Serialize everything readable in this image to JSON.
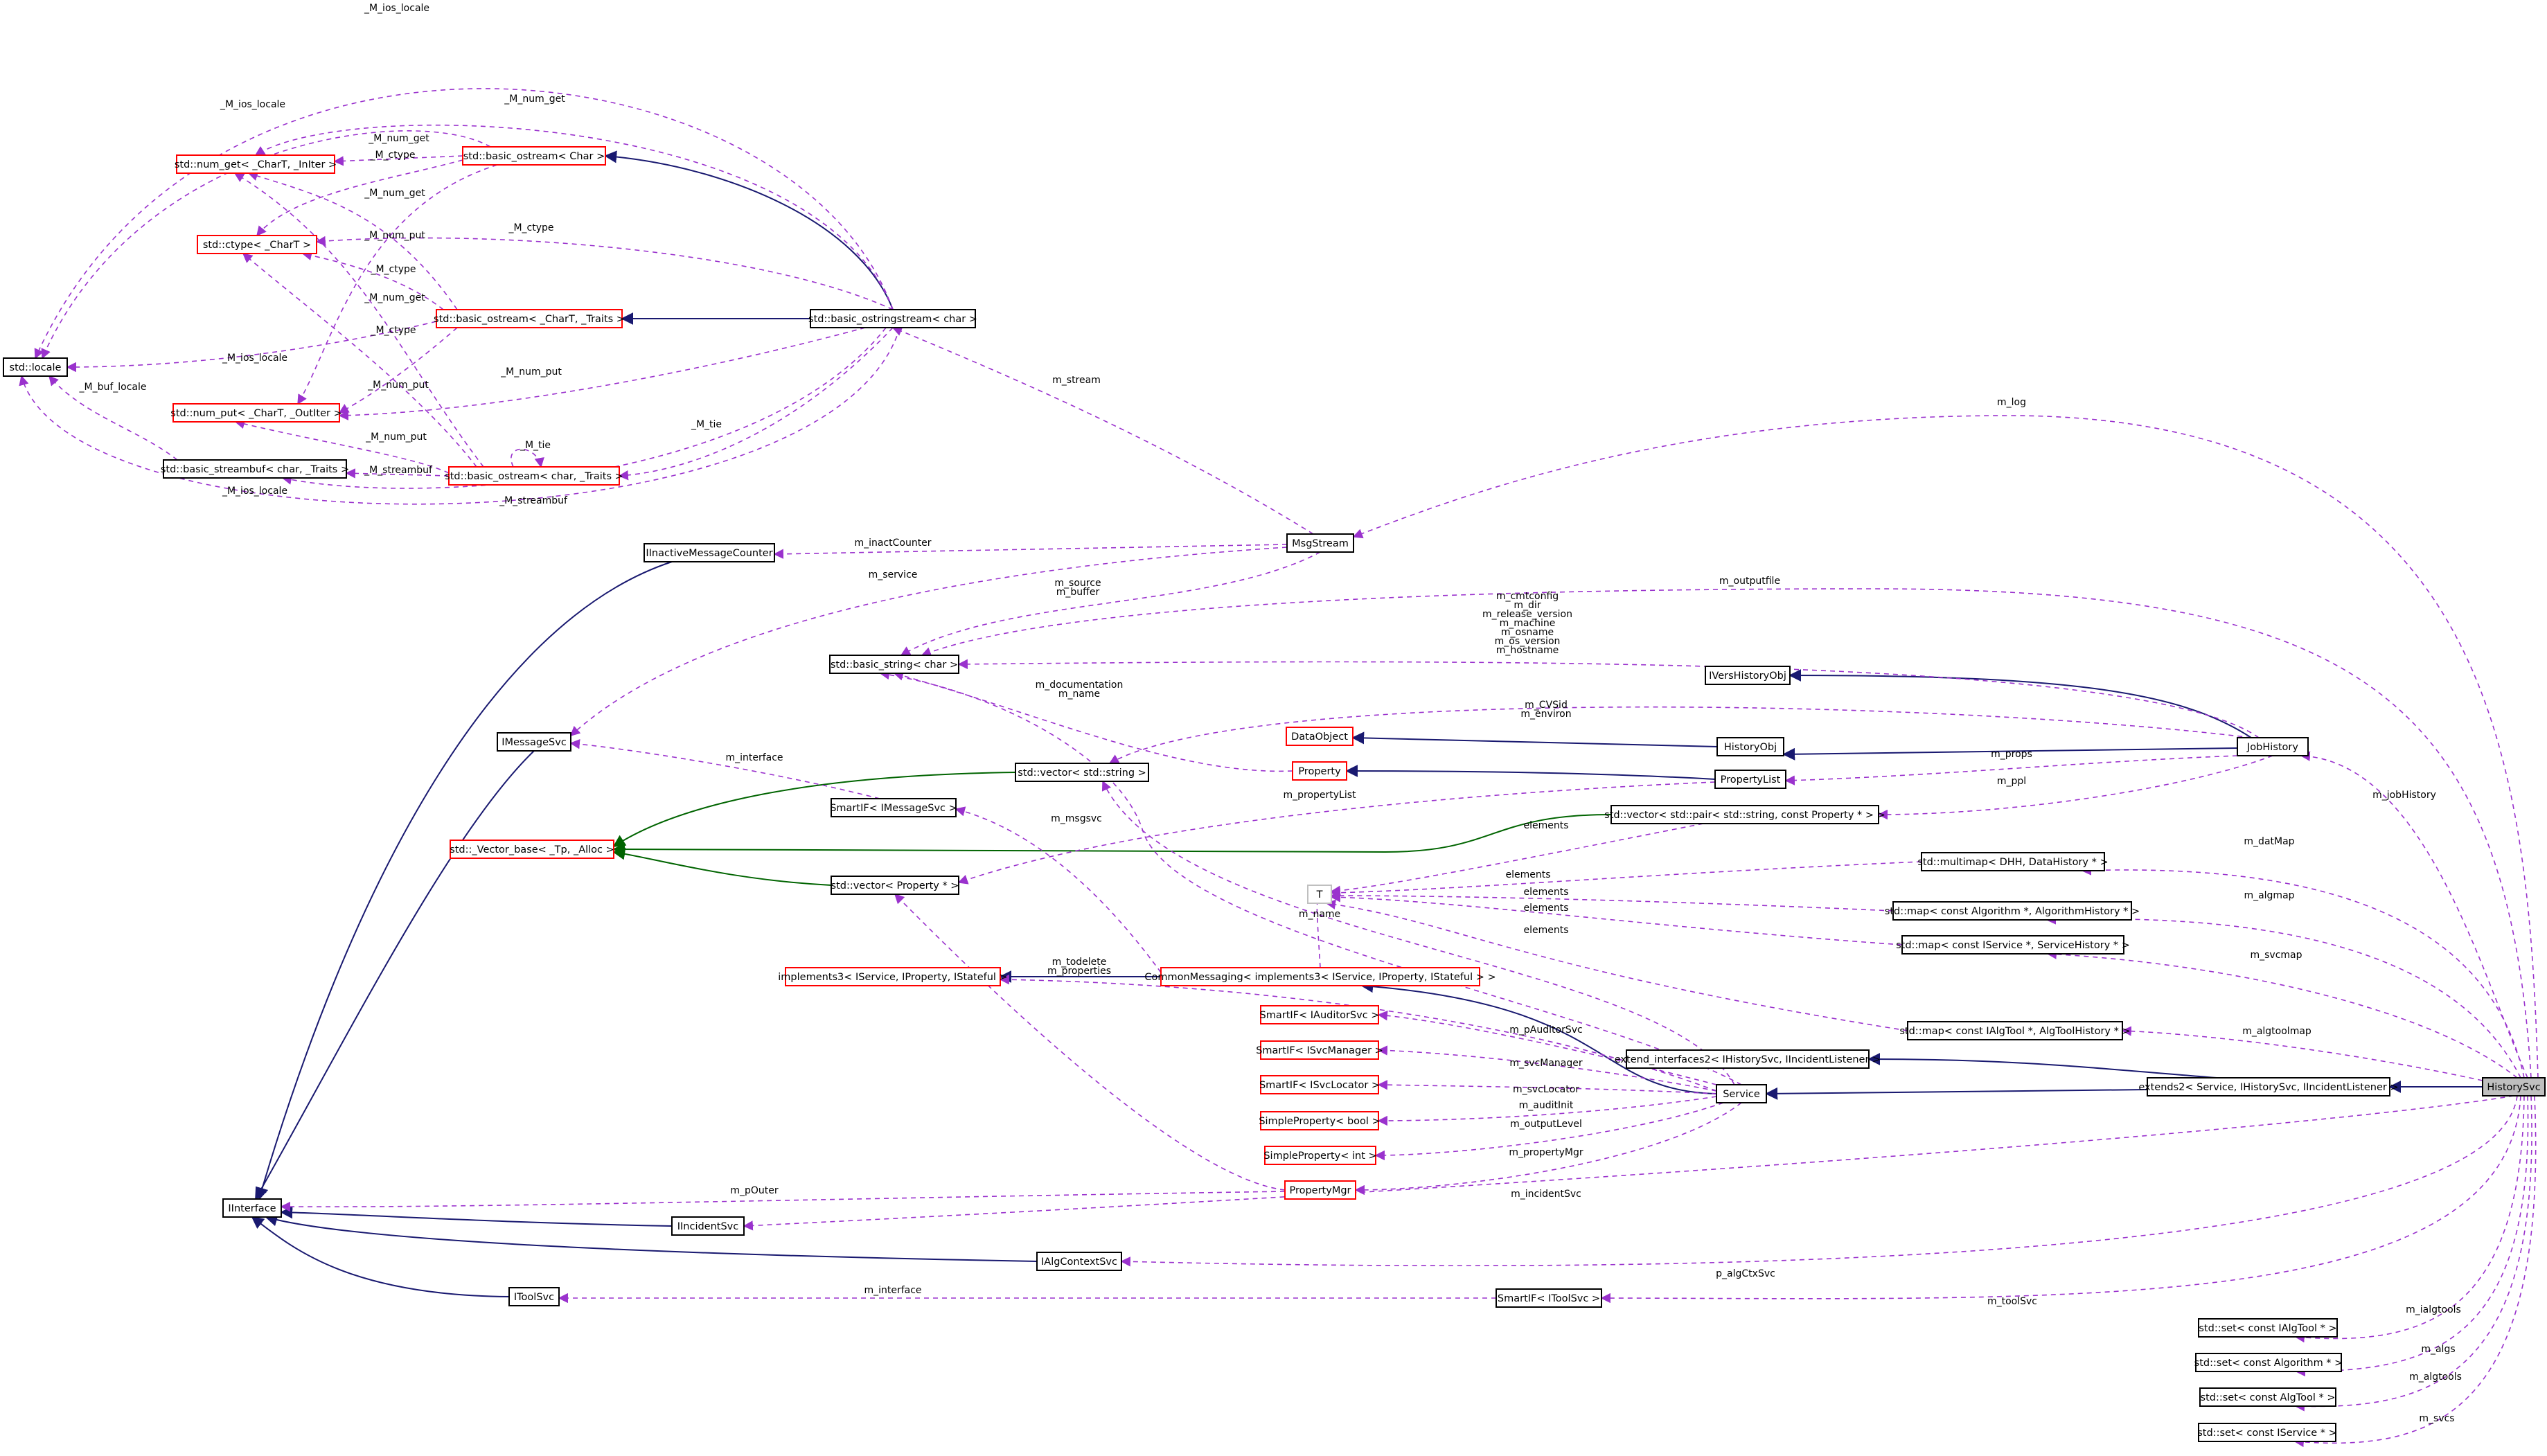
{
  "colors": {
    "usage_edge": "#9a32cd",
    "inherit_edge": "#191970",
    "template_edge": "#006400",
    "template_node_border": "#ff0000",
    "normal_node_border": "#000000",
    "focus_node_fill": "#bfbfbf",
    "ghost_node_border": "#bfbfbf"
  },
  "nodes": [
    {
      "id": "locale",
      "label": "std::locale",
      "kind": "normal"
    },
    {
      "id": "num_get",
      "label": "std::num_get< _CharT, _InIter >",
      "kind": "template"
    },
    {
      "id": "ctype",
      "label": "std::ctype< _CharT >",
      "kind": "template"
    },
    {
      "id": "bos_char",
      "label": "std::basic_ostream< Char >",
      "kind": "template"
    },
    {
      "id": "bos_chart_traits",
      "label": "std::basic_ostream< _CharT, _Traits >",
      "kind": "template"
    },
    {
      "id": "num_put",
      "label": "std::num_put< _CharT, _OutIter >",
      "kind": "template"
    },
    {
      "id": "streambuf",
      "label": "std::basic_streambuf< char, _Traits >",
      "kind": "normal"
    },
    {
      "id": "bos_char_traits",
      "label": "std::basic_ostream< char, _Traits >",
      "kind": "template"
    },
    {
      "id": "ostringstream",
      "label": "std::basic_ostringstream< char >",
      "kind": "normal"
    },
    {
      "id": "iinactive",
      "label": "IInactiveMessageCounter",
      "kind": "normal"
    },
    {
      "id": "msgstream",
      "label": "MsgStream",
      "kind": "normal"
    },
    {
      "id": "basic_string",
      "label": "std::basic_string< char >",
      "kind": "normal"
    },
    {
      "id": "ivers",
      "label": "IVersHistoryObj",
      "kind": "normal"
    },
    {
      "id": "imessagesvc",
      "label": "IMessageSvc",
      "kind": "normal"
    },
    {
      "id": "dataobject",
      "label": "DataObject",
      "kind": "template"
    },
    {
      "id": "historyobj",
      "label": "HistoryObj",
      "kind": "normal"
    },
    {
      "id": "jobhistory",
      "label": "JobHistory",
      "kind": "normal"
    },
    {
      "id": "property",
      "label": "Property",
      "kind": "template"
    },
    {
      "id": "propertylist",
      "label": "PropertyList",
      "kind": "normal"
    },
    {
      "id": "vec_string",
      "label": "std::vector< std::string >",
      "kind": "normal"
    },
    {
      "id": "smartif_msgsvc",
      "label": "SmartIF< IMessageSvc >",
      "kind": "normal"
    },
    {
      "id": "vec_pair",
      "label": "std::vector< std::pair< std::string, const Property * > >",
      "kind": "normal"
    },
    {
      "id": "vector_base",
      "label": "std::_Vector_base< _Tp, _Alloc >",
      "kind": "template"
    },
    {
      "id": "multimap",
      "label": "std::multimap< DHH, DataHistory * >",
      "kind": "normal"
    },
    {
      "id": "T",
      "label": "T",
      "kind": "ghost"
    },
    {
      "id": "vec_prop",
      "label": "std::vector< Property * >",
      "kind": "normal"
    },
    {
      "id": "map_alg",
      "label": "std::map< const Algorithm *, AlgorithmHistory * >",
      "kind": "normal"
    },
    {
      "id": "map_svc",
      "label": "std::map< const IService *, ServiceHistory * >",
      "kind": "normal"
    },
    {
      "id": "implements3",
      "label": "implements3< IService, IProperty, IStateful >",
      "kind": "template"
    },
    {
      "id": "commonmsg",
      "label": "CommonMessaging< implements3< IService, IProperty, IStateful > >",
      "kind": "template"
    },
    {
      "id": "smartif_auditor",
      "label": "SmartIF< IAuditorSvc >",
      "kind": "template"
    },
    {
      "id": "map_tool",
      "label": "std::map< const IAlgTool *, AlgToolHistory * >",
      "kind": "normal"
    },
    {
      "id": "smartif_svcmgr",
      "label": "SmartIF< ISvcManager >",
      "kind": "template"
    },
    {
      "id": "extend_if2",
      "label": "extend_interfaces2< IHistorySvc, IIncidentListener >",
      "kind": "normal"
    },
    {
      "id": "smartif_svcloc",
      "label": "SmartIF< ISvcLocator >",
      "kind": "template"
    },
    {
      "id": "service",
      "label": "Service",
      "kind": "normal"
    },
    {
      "id": "extends2",
      "label": "extends2< Service, IHistorySvc, IIncidentListener >",
      "kind": "normal"
    },
    {
      "id": "historysvc",
      "label": "HistorySvc",
      "kind": "focus"
    },
    {
      "id": "simpleprop_bool",
      "label": "SimpleProperty< bool >",
      "kind": "template"
    },
    {
      "id": "simpleprop_int",
      "label": "SimpleProperty< int >",
      "kind": "template"
    },
    {
      "id": "propertymgr",
      "label": "PropertyMgr",
      "kind": "template"
    },
    {
      "id": "iinterface",
      "label": "IInterface",
      "kind": "normal"
    },
    {
      "id": "iincidentsvc",
      "label": "IIncidentSvc",
      "kind": "normal"
    },
    {
      "id": "ialgcontextsvc",
      "label": "IAlgContextSvc",
      "kind": "normal"
    },
    {
      "id": "itoolsvc",
      "label": "IToolSvc",
      "kind": "normal"
    },
    {
      "id": "smartif_toolsvc",
      "label": "SmartIF< IToolSvc >",
      "kind": "normal"
    },
    {
      "id": "set_ialgtool",
      "label": "std::set< const IAlgTool * >",
      "kind": "normal"
    },
    {
      "id": "set_algorithm",
      "label": "std::set< const Algorithm * >",
      "kind": "normal"
    },
    {
      "id": "set_algtool",
      "label": "std::set< const AlgTool * >",
      "kind": "normal"
    },
    {
      "id": "set_iservice",
      "label": "std::set< const IService * >",
      "kind": "normal"
    }
  ],
  "edge_labels": {
    "ios_locale_top": "_M_ios_locale",
    "ios_locale_2": "_M_ios_locale",
    "num_get_top": "_M_num_get",
    "num_get_1": "_M_num_get",
    "ctype_1": "_M_ctype",
    "num_get_2": "_M_num_get",
    "ctype_2": "_M_ctype",
    "num_put_1": "_M_num_put",
    "num_put_top": "_M_num_put",
    "ctype_3": "_M_ctype",
    "num_get_3": "_M_num_get",
    "ctype_4": "_M_ctype",
    "ctype_top": "_M_ctype",
    "ios_locale_3": "_M_ios_locale",
    "num_put_2": "_M_num_put",
    "num_put_3": "_M_num_put",
    "num_put_4": "_M_num_put",
    "buf_locale": "_M_buf_locale",
    "tie_self": "_M_tie",
    "tie": "_M_tie",
    "streambuf_1": "_M_streambuf",
    "streambuf_2": "_M_streambuf",
    "ios_locale_4": "_M_ios_locale",
    "m_stream": "m_stream",
    "m_log": "m_log",
    "m_inactcounter": "m_inactCounter",
    "m_service": "m_service",
    "m_source": "m_source\nm_buffer",
    "m_outputfile": "m_outputfile",
    "jobhistory_strings": "m_cmtconfig\nm_dir\nm_release_version\nm_machine\nm_osname\nm_os_version\nm_hostname",
    "m_documentation": "m_documentation\nm_name",
    "m_cvsid": "m_CVSid\nm_environ",
    "m_interface_msg": "m_interface",
    "m_props": "m_props",
    "m_jobhistory": "m_jobHistory",
    "m_propertylist": "m_propertyList",
    "m_ppl": "m_ppl",
    "m_msgsvc": "m_msgsvc",
    "elements_1": "elements",
    "m_datmap": "m_datMap",
    "elements_2": "elements",
    "elements_3": "elements",
    "m_algmap": "m_algmap",
    "elements_4": "elements",
    "m_name": "m_name",
    "elements_5": "elements",
    "m_svcmap": "m_svcmap",
    "m_todelete": "m_todelete\nm_properties",
    "m_pauditorsvc": "m_pAuditorSvc",
    "m_algtoolmap": "m_algtoolmap",
    "m_svcmanager": "m_svcManager",
    "m_svclocator": "m_svcLocator",
    "m_auditinit": "m_auditInit",
    "m_outputlevel": "m_outputLevel",
    "m_propertymgr": "m_propertyMgr",
    "m_pouter": "m_pOuter",
    "m_incidentsvc": "m_incidentSvc",
    "p_algctxsvc": "p_algCtxSvc",
    "m_interface_tool": "m_interface",
    "m_toolsvc": "m_toolSvc",
    "m_ialgtools": "m_ialgtools",
    "m_algs": "m_algs",
    "m_algtools": "m_algtools",
    "m_svcs": "m_svcs"
  }
}
